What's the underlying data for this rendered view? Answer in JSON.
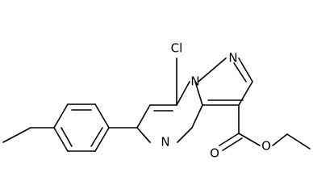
{
  "molecule": {
    "atoms": {
      "cl": "Cl",
      "n_bridge": "N",
      "n_pyrazole": "N",
      "n_pyrimidine": "N",
      "o_carbonyl": "O",
      "o_ester": "O"
    }
  },
  "colors": {
    "bond": "#000000",
    "label": "#000000",
    "background": "#ffffff"
  }
}
